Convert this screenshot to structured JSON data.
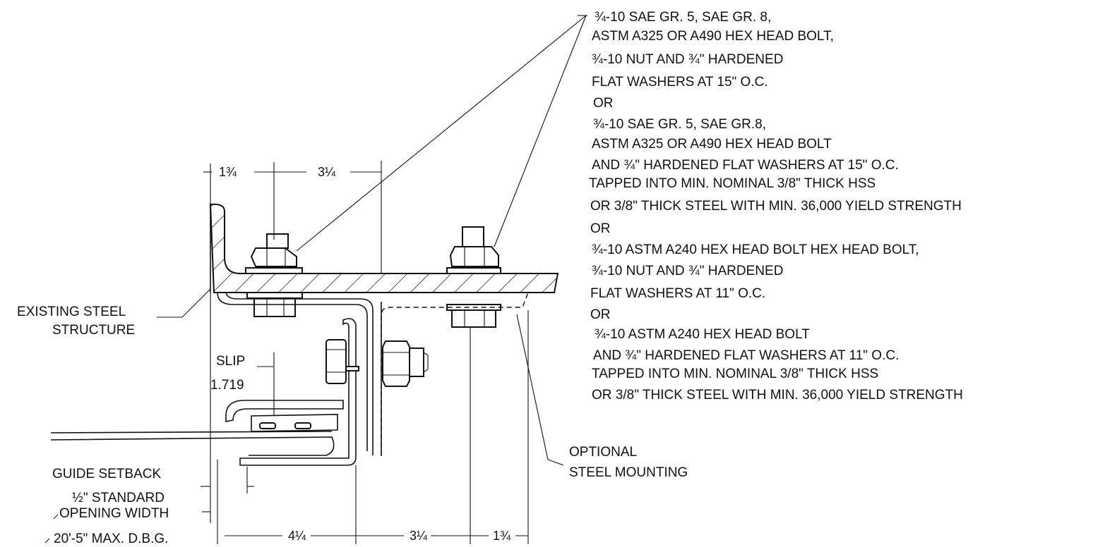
{
  "notes": [
    "¾-10 SAE GR. 5, SAE GR. 8,",
    "ASTM A325 OR A490 HEX HEAD BOLT,",
    "¾-10 NUT AND ¾\" HARDENED",
    "FLAT WASHERS AT 15\" O.C.",
    "OR",
    "¾-10 SAE GR. 5, SAE GR.8,",
    "ASTM A325 OR A490 HEX HEAD BOLT",
    "AND ¾\" HARDENED FLAT WASHERS AT 15\" O.C.",
    "TAPPED INTO MIN. NOMINAL 3/8\" THICK HSS",
    "OR 3/8\" THICK STEEL WITH MIN. 36,000 YIELD STRENGTH",
    "OR",
    "¾-10 ASTM A240 HEX HEAD BOLT HEX HEAD BOLT,",
    "¾-10 NUT AND ¾\" HARDENED",
    "FLAT WASHERS AT 11\" O.C.",
    "OR",
    "¾-10 ASTM A240 HEX HEAD BOLT",
    "AND ¾\" HARDENED FLAT WASHERS AT 11\" O.C.",
    "TAPPED INTO MIN. NOMINAL 3/8\" THICK HSS",
    "OR 3/8\" THICK STEEL WITH MIN. 36,000 YIELD STRENGTH"
  ],
  "labels": {
    "existing_1": "EXISTING STEEL",
    "existing_2": "STRUCTURE",
    "slip_1": "SLIP",
    "slip_2": "1.719",
    "optional_1": "OPTIONAL",
    "optional_2": "STEEL MOUNTING",
    "guide_setback": "GUIDE SETBACK",
    "standard": "½\" STANDARD",
    "opening_width": "OPENING WIDTH",
    "max_dbg": "20'-5\" MAX. D.B.G."
  },
  "dims": {
    "top_left": "1¾",
    "top_mid": "3¼",
    "bot_a": "4¼",
    "bot_b": "3¼",
    "bot_c": "1¾"
  }
}
